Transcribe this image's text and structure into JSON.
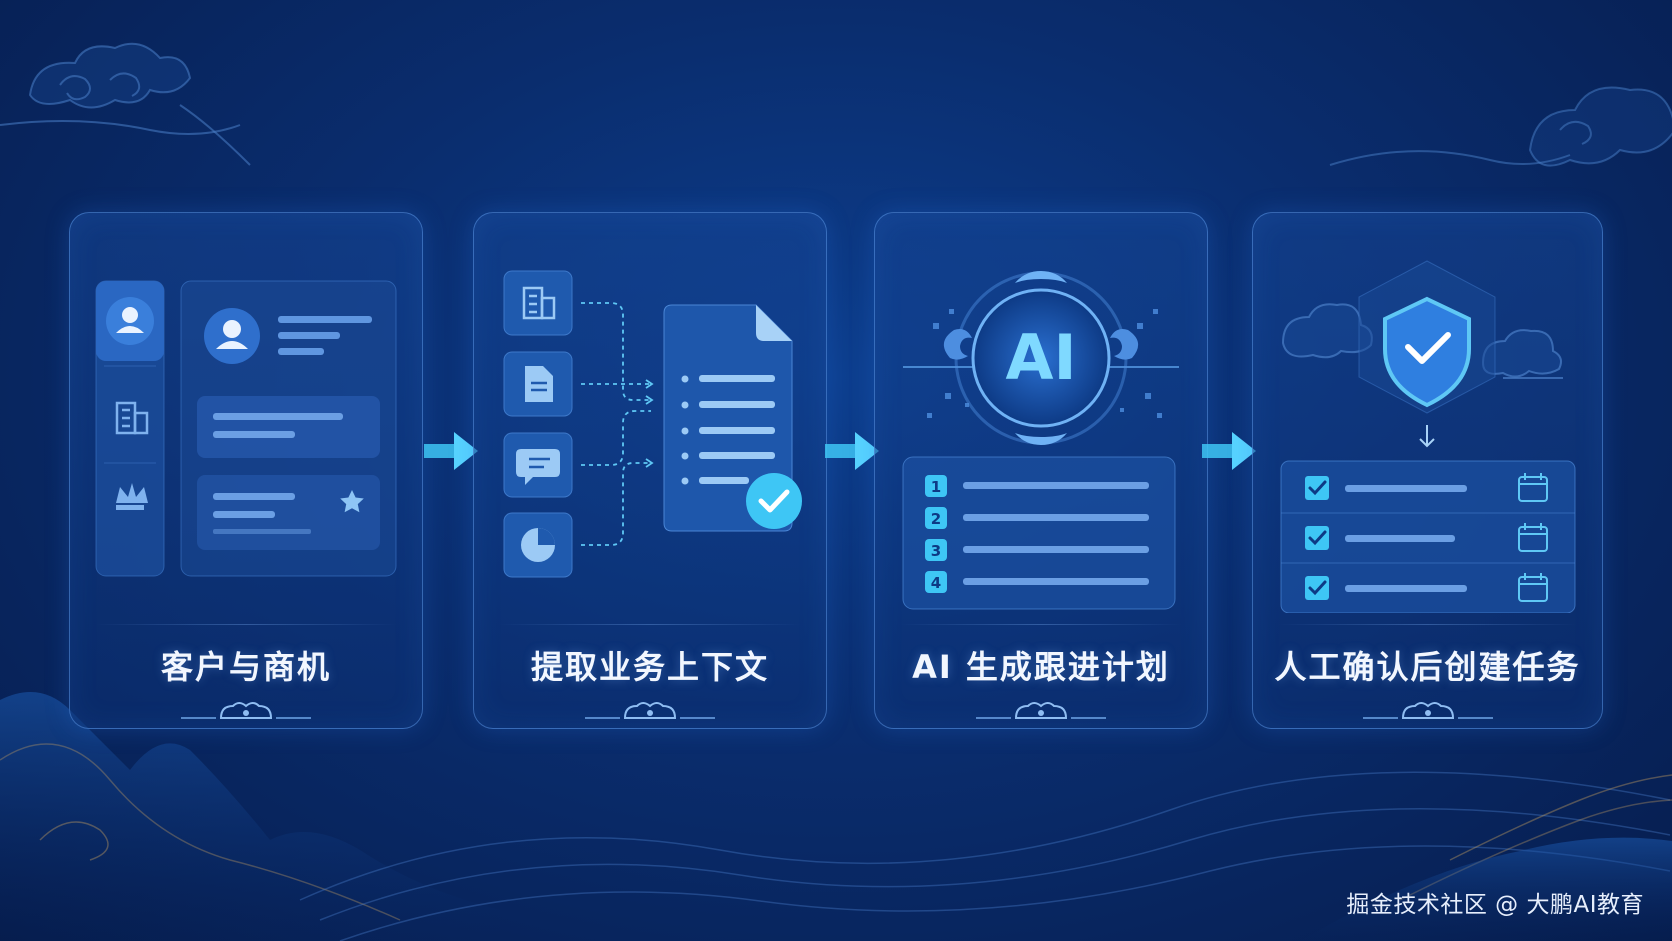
{
  "steps": [
    {
      "title": "客户与商机",
      "icons": [
        "user-icon",
        "building-icon",
        "crown-icon",
        "star-icon"
      ]
    },
    {
      "title": "提取业务上下文",
      "icons": [
        "building-icon",
        "document-icon",
        "chat-icon",
        "pie-chart-icon",
        "check-icon"
      ]
    },
    {
      "title": "AI 生成跟进计划",
      "badge": "AI",
      "list_numbers": [
        "1",
        "2",
        "3",
        "4"
      ]
    },
    {
      "title": "人工确认后创建任务",
      "icons": [
        "shield-check-icon",
        "checkbox-icon",
        "calendar-icon"
      ]
    }
  ],
  "watermark": "掘金技术社区 @ 大鹏AI教育",
  "colors": {
    "accent": "#3ec6f5",
    "panel_border": "#5a96e6",
    "background": "#0a2d6e"
  }
}
